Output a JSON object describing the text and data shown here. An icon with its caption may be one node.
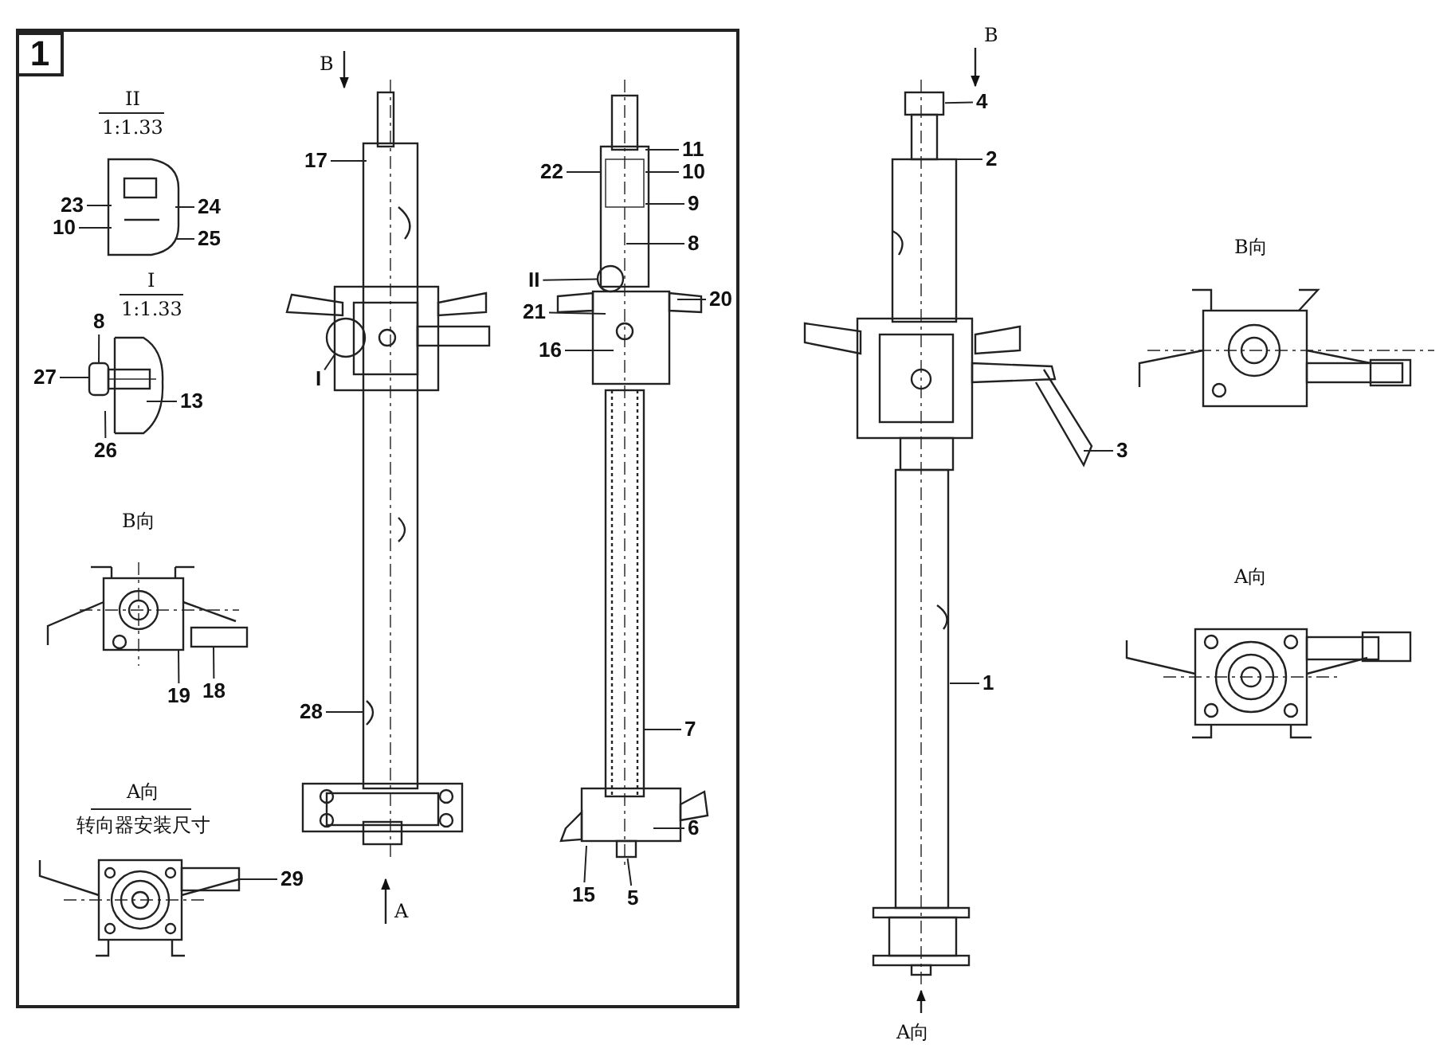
{
  "diagram": {
    "nodes": [
      {
        "text": [
          "23"
        ]
      },
      {
        "text": [
          "10"
        ]
      },
      {
        "text": [
          "24"
        ]
      },
      {
        "text": [
          "25"
        ]
      },
      {
        "text": [
          "8"
        ]
      },
      {
        "text": [
          "27"
        ]
      },
      {
        "text": [
          "13"
        ]
      },
      {
        "text": [
          "26"
        ]
      },
      {
        "text": [
          "19"
        ]
      },
      {
        "text": [
          "18"
        ]
      },
      {
        "text": [
          "29"
        ]
      },
      {
        "text": [
          "17"
        ]
      },
      {
        "text": [
          "I"
        ]
      },
      {
        "text": [
          "28"
        ]
      },
      {
        "text": [
          "11"
        ]
      },
      {
        "text": [
          "22"
        ]
      },
      {
        "text": [
          "10"
        ]
      },
      {
        "text": [
          "9"
        ]
      },
      {
        "text": [
          "8"
        ]
      },
      {
        "text": [
          "II"
        ]
      },
      {
        "text": [
          "21"
        ]
      },
      {
        "text": [
          "20"
        ]
      },
      {
        "text": [
          "16"
        ]
      },
      {
        "text": [
          "7"
        ]
      },
      {
        "text": [
          "6"
        ]
      },
      {
        "text": [
          "15"
        ]
      },
      {
        "text": [
          "5"
        ]
      },
      {
        "text": [
          "4"
        ]
      },
      {
        "text": [
          "2"
        ]
      },
      {
        "text": [
          "3"
        ]
      },
      {
        "text": [
          "1"
        ]
      },
      {
        "text": [],
        "shape": "picture"
      },
      {
        "text": [],
        "shape": "picture"
      },
      {
        "text": [],
        "shape": "picture"
      },
      {
        "text": [],
        "shape": "picture"
      },
      {
        "text": [],
        "shape": "circle"
      },
      {
        "text": [],
        "shape": "circle"
      },
      {
        "text": [],
        "shape": "box"
      },
      {
        "text": [],
        "shape": "box"
      }
    ],
    "edges": [
      {
        "from": 0,
        "to": 31,
        "arrow": "none"
      },
      {
        "from": 1,
        "to": 31,
        "arrow": "none"
      },
      {
        "from": 2,
        "to": 31,
        "arrow": "none"
      },
      {
        "from": 3,
        "to": 31,
        "arrow": "none"
      },
      {
        "from": 4,
        "to": 32,
        "arrow": "none"
      },
      {
        "from": 5,
        "to": 32,
        "arrow": "none"
      },
      {
        "from": 6,
        "to": 32,
        "arrow": "none"
      },
      {
        "from": 7,
        "to": 32,
        "arrow": "none"
      },
      {
        "from": 8,
        "to": 33,
        "arrow": "none"
      },
      {
        "from": 9,
        "to": 33,
        "arrow": "none"
      },
      {
        "from": 10,
        "to": 34,
        "arrow": "none"
      },
      {
        "from": 11,
        "to": null,
        "arrow": "none"
      },
      {
        "from": 12,
        "to": 35,
        "arrow": "none"
      },
      {
        "from": 13,
        "to": null,
        "arrow": "none"
      },
      {
        "from": 14,
        "to": null,
        "arrow": "none"
      },
      {
        "from": 15,
        "to": null,
        "arrow": "none"
      },
      {
        "from": 16,
        "to": null,
        "arrow": "none"
      },
      {
        "from": 17,
        "to": null,
        "arrow": "none"
      },
      {
        "from": 18,
        "to": null,
        "arrow": "none"
      },
      {
        "from": 19,
        "to": 36,
        "arrow": "none"
      },
      {
        "from": 20,
        "to": null,
        "arrow": "none"
      },
      {
        "from": 21,
        "to": null,
        "arrow": "none"
      },
      {
        "from": 22,
        "to": null,
        "arrow": "none"
      },
      {
        "from": 23,
        "to": null,
        "arrow": "none"
      },
      {
        "from": 24,
        "to": null,
        "arrow": "none"
      },
      {
        "from": 25,
        "to": null,
        "arrow": "none"
      },
      {
        "from": 26,
        "to": 37,
        "arrow": "none"
      },
      {
        "from": 27,
        "to": 38,
        "arrow": "none"
      },
      {
        "from": 28,
        "to": null,
        "arrow": "none"
      },
      {
        "from": 29,
        "to": null,
        "arrow": "none"
      },
      {
        "from": 30,
        "to": null,
        "arrow": "none"
      }
    ],
    "labels": [
      "1",
      "II",
      "1:1.33",
      "I",
      "1:1.33",
      "B向",
      "A向",
      "转向器安装尺寸",
      "B",
      "A",
      "B",
      "B向",
      "A向",
      "A向"
    ]
  }
}
